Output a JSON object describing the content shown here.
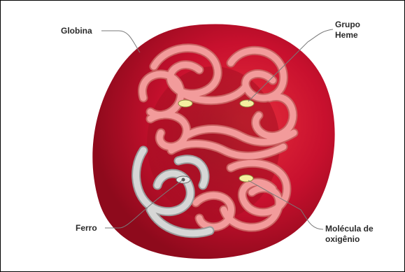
{
  "labels": {
    "globina": "Globina",
    "grupo_heme_line1": "Grupo",
    "grupo_heme_line2": "Heme",
    "ferro": "Ferro",
    "molecula_line1": "Molécula de",
    "molecula_line2": "oxigênio"
  },
  "colors": {
    "cell_red": "#c8102e",
    "cell_dark": "#8e0a1c",
    "globin_pink": "#f29b9b",
    "globin_outline": "#c86060",
    "gray_chain": "#c9c9c9",
    "heme_yellow": "#f5f0a0",
    "iron_gray": "#b8b8b8",
    "leader_line": "#7a7a7a"
  }
}
